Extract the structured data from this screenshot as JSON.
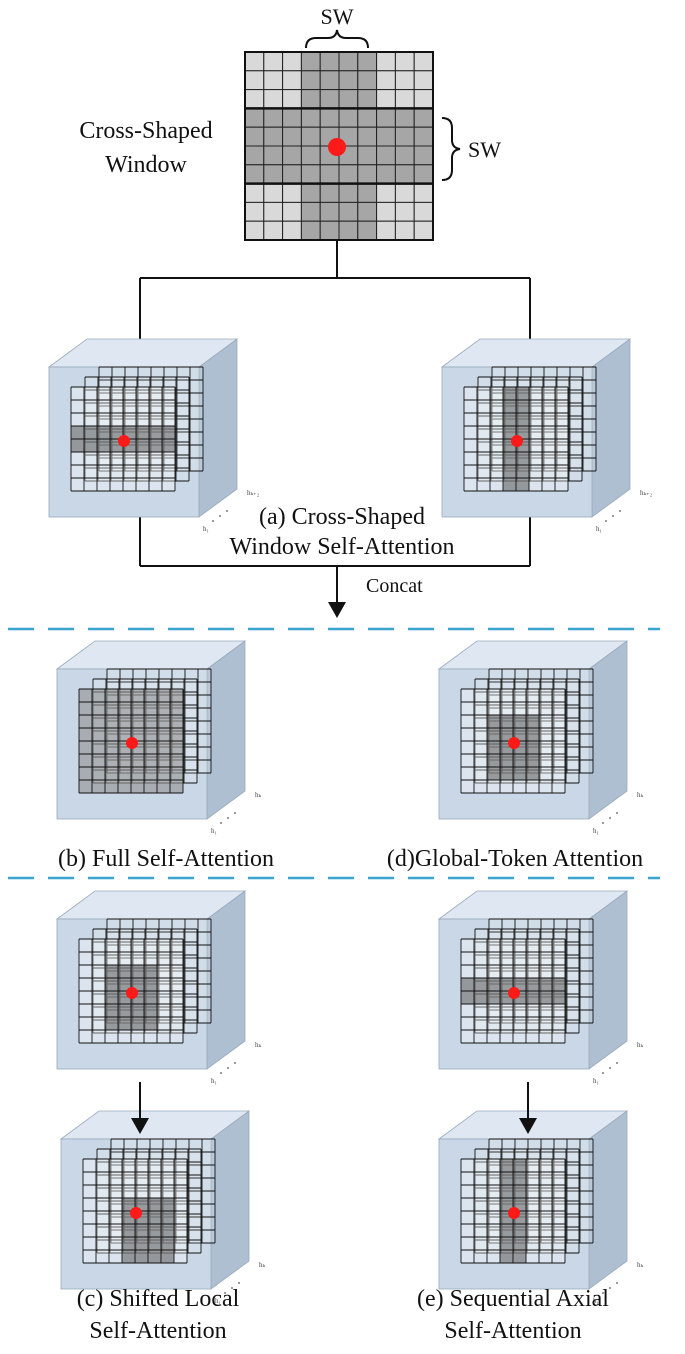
{
  "labels": {
    "sw_top": "SW",
    "sw_right": "SW",
    "cross_shaped_window_line1": "Cross-Shaped",
    "cross_shaped_window_line2": "Window",
    "concat": "Concat"
  },
  "captions": {
    "a_line1": "(a) Cross-Shaped",
    "a_line2": "Window Self-Attention",
    "b": "(b) Full Self-Attention",
    "d": "(d)Global-Token Attention",
    "c_line1": "(c) Shifted Local",
    "c_line2": "Self-Attention",
    "e_line1": "(e) Sequential Axial",
    "e_line2": "Self-Attention"
  },
  "axis_labels": {
    "hk": "hₖ",
    "h1": "h₁",
    "hk2": "hₖ₊₂"
  },
  "colors": {
    "grid_light": "#d9d9d9",
    "grid_dark": "#a6a6a6",
    "query_point": "#ff1a1a",
    "cube_fill": "#c9d7e6",
    "divider": "#3aa6d0"
  }
}
